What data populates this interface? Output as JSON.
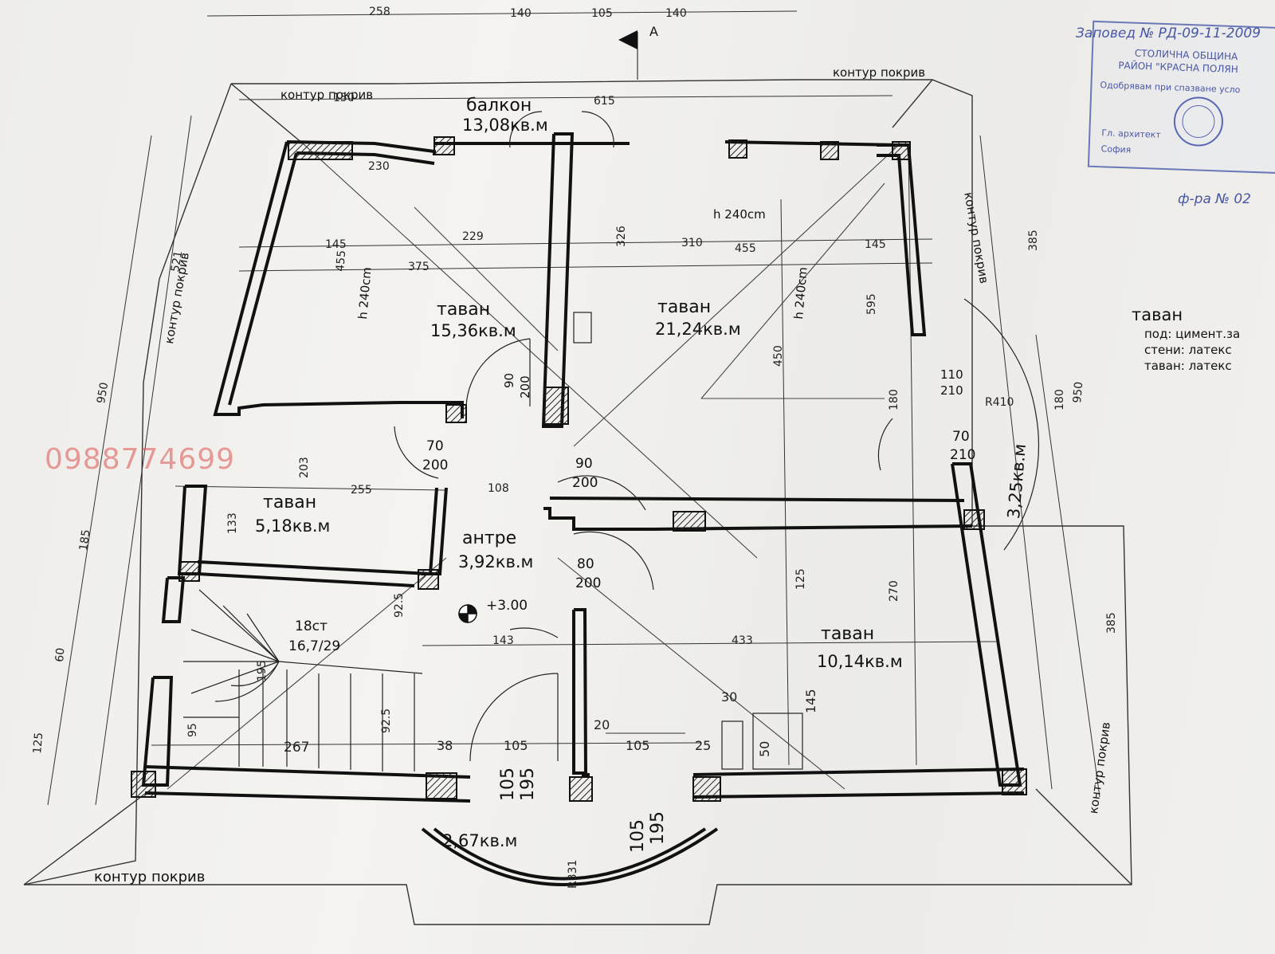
{
  "roof_contour_label": "контур покрив",
  "balcony": {
    "name": "балкон",
    "area": "13,08кв.м"
  },
  "rooms": [
    {
      "id": "attic1",
      "name": "таван",
      "area": "15,36кв.м"
    },
    {
      "id": "attic2",
      "name": "таван",
      "area": "21,24кв.м"
    },
    {
      "id": "attic3",
      "name": "таван",
      "area": "5,18кв.м"
    },
    {
      "id": "hall",
      "name": "антре",
      "area": "3,92кв.м"
    },
    {
      "id": "attic4",
      "name": "таван",
      "area": "10,14кв.м"
    },
    {
      "id": "side",
      "area": "3,25кв.м"
    },
    {
      "id": "porch",
      "area": "2,67кв.м"
    }
  ],
  "heights": {
    "h1": "h 240cm",
    "h2": "h 240cm",
    "h3": "h 240cm"
  },
  "level_mark": "+3.00",
  "stairs": {
    "steps": "18ст",
    "size": "16,7/29"
  },
  "section_mark": "A",
  "legend": {
    "title": "таван",
    "lines": [
      "под:   цимент.за",
      "стени: латекс",
      "таван: латекс"
    ]
  },
  "stamp": {
    "line1": "СТОЛИЧНА ОБЩИНА",
    "line2": "РАЙОН \"КРАСНА ПОЛЯН",
    "line3": "Одобрявам при спазване усло",
    "line4": "Гл. архитект",
    "line5": "София"
  },
  "watermark": "0988774699",
  "dimensions": {
    "top": [
      "258",
      "140",
      "105",
      "140"
    ],
    "balcony_width": "615",
    "left_overall": "950",
    "right_overall": "950",
    "door_90_200": [
      "90",
      "200"
    ],
    "door_70_200": [
      "70",
      "200"
    ],
    "door_80_200": [
      "80",
      "200"
    ],
    "door_70_210": [
      "70",
      "210"
    ],
    "window_110_210": [
      "110",
      "210"
    ],
    "misc": [
      "150",
      "230",
      "145",
      "455",
      "229",
      "310",
      "455",
      "145",
      "375",
      "326",
      "255",
      "108",
      "133",
      "143",
      "433",
      "267",
      "38",
      "105",
      "105",
      "25",
      "30",
      "20",
      "50",
      "145",
      "125",
      "270",
      "450",
      "595",
      "180",
      "180",
      "385",
      "385",
      "521",
      "203",
      "185",
      "60",
      "125",
      "195",
      "95",
      "92.5",
      "92.5",
      "R410",
      "R331",
      "105",
      "195",
      "105",
      "195"
    ]
  }
}
